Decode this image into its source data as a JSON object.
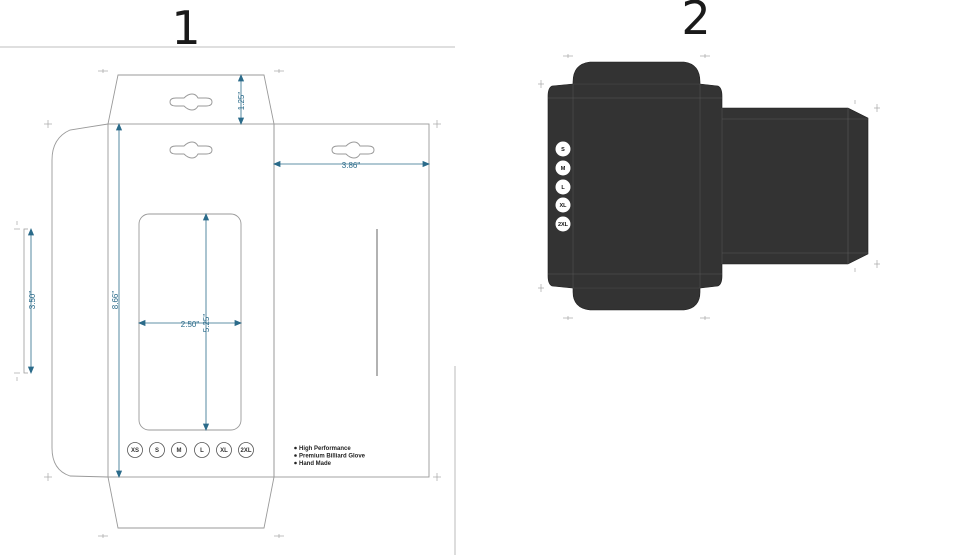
{
  "panel1": {
    "number": "1",
    "dimensions": {
      "hang_tab_height": "1.25\"",
      "side_flap_width": "3.86\"",
      "side_flap_height": "3.50\"",
      "body_height": "8.66\"",
      "window_width": "2.50\"",
      "window_height": "5.25\""
    },
    "sizes": [
      "XS",
      "S",
      "M",
      "L",
      "XL",
      "2XL"
    ],
    "features": [
      "High Performance",
      "Premium Billiard Glove",
      "Hand Made"
    ]
  },
  "panel2": {
    "number": "2",
    "sizes": [
      "S",
      "M",
      "L",
      "XL",
      "2XL"
    ],
    "box_color": "#333333"
  },
  "colors": {
    "outline": "#9a9a9a",
    "dimension": "#2b6b8a",
    "dark_box": "#333333"
  }
}
